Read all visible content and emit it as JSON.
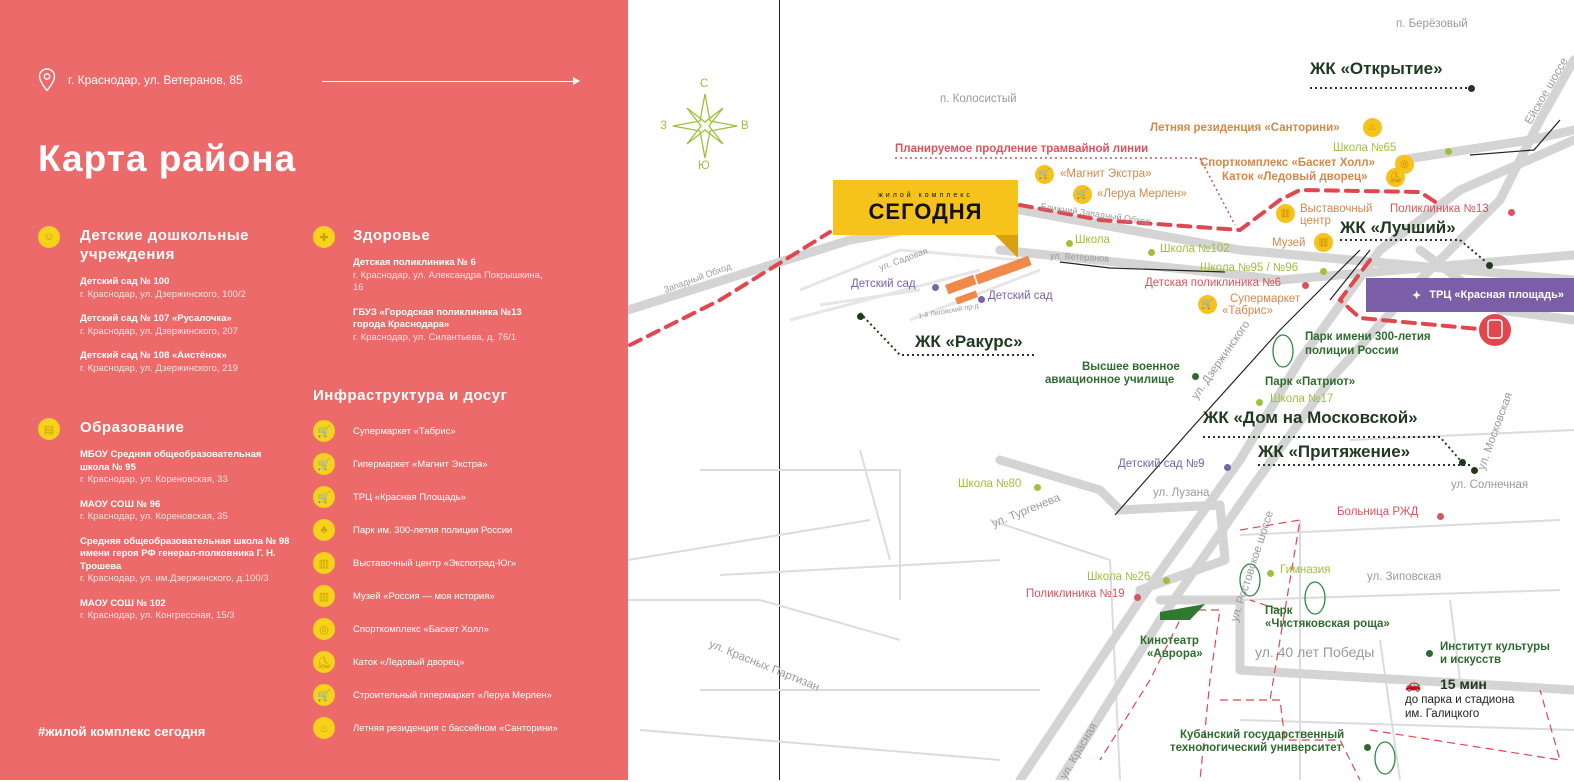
{
  "panel": {
    "address": "г. Краснодар, ул. Ветеранов, 85",
    "title": "Карта района",
    "kindergartens": {
      "title": "Детские дошкольные учреждения",
      "items": [
        {
          "name": "Детский сад № 100",
          "addr": "г. Краснодар, ул. Дзержинского, 100/2"
        },
        {
          "name": "Детский сад № 107 «Русалочка»",
          "addr": "г. Краснодар, ул. Дзержинского, 207"
        },
        {
          "name": "Детский сад № 108 «Аистёнок»",
          "addr": "г. Краснодар, ул. Дзержинского, 219"
        }
      ]
    },
    "education": {
      "title": "Образование",
      "items": [
        {
          "name": "МБОУ Средняя общеобразовательная школа № 95",
          "addr": "г. Краснодар, ул. Кореновская, 33"
        },
        {
          "name": "МАОУ СОШ № 96",
          "addr": "г. Краснодар, ул. Кореновская, 35"
        },
        {
          "name": "Средняя общеобразовательная школа № 98 имени героя РФ генерал-полковника Г. Н. Трошева",
          "addr": "г. Краснодар, ул. им.Дзержинского, д.100/3"
        },
        {
          "name": "МАОУ СОШ № 102",
          "addr": "г. Краснодар, ул. Конгрессная, 15/3"
        }
      ]
    },
    "health": {
      "title": "Здоровье",
      "items": [
        {
          "name": "Детская поликлиника № 6",
          "addr": "г. Краснодар, ул. Александра Покрышкина, 16"
        },
        {
          "name": "ГБУЗ «Городская поликлиника №13 города Краснодара»",
          "addr": "г. Краснодар, ул. Силантьева, д. 76/1"
        }
      ]
    },
    "infra": {
      "title": "Инфраструктура и досуг",
      "items": [
        "Супермаркет «Табрис»",
        "Гипермаркет «Магнит Экстра»",
        "ТРЦ «Красная Площадь»",
        "Парк им. 300-летия полиции России",
        "Выставочный центр «Экспоград-Юг»",
        "Музей «Россия — моя история»",
        "Спорткомплекс «Баскет Холл»",
        "Каток «Ледовый дворец»",
        "Строительный гипермаркет «Леруа Мерлен»",
        "Летняя резиденция с бассейном «Санторини»"
      ]
    },
    "footer": "#жилой комплекс сегодня"
  },
  "map": {
    "brand": {
      "small": "жилой комплекс",
      "name": "СЕГОДНЯ"
    },
    "trc": "ТРЦ «Красная площадь»",
    "compass": {
      "n": "С",
      "s": "Ю",
      "w": "З",
      "e": "В"
    },
    "labels": [
      "п. Берёзовый",
      "п. Колосистый",
      "ЖК «Открытие»",
      "Летняя резиденция «Санторини»",
      "Школа №65",
      "Спорткомплекс «Баскет Холл»",
      "Каток «Ледовый дворец»",
      "Поликлиника №13",
      "Выставочный",
      "центр",
      "ЖК «Лучший»",
      "Музей",
      "Планируемое продление трамвайной линии",
      "«Магнит Экстра»",
      "«Леруа Мерлен»",
      "Ближний Западный Обход",
      "Школа",
      "Школа №102",
      "ул. Ветеранов",
      "Школа №95 / №96",
      "Детская поликлиника №6",
      "Супермаркет",
      "«Табрис»",
      "Западный Обход",
      "ул. Садовая",
      "Детский сад",
      "Детский сад",
      "1-й Лиговский пр-д",
      "ЖК «Ракурс»",
      "Парк имени 300-летия",
      "полиции России",
      "Высшее военное",
      "авиационное училище",
      "Парк «Патриот»",
      "Школа №17",
      "ЖК «Дом на Московской»",
      "ЖК «Притяжение»",
      "ул. Дзержинского",
      "ул. Московская",
      "Детский сад №9",
      "Школа №80",
      "ул. Тургенева",
      "ул. Лузана",
      "ул. Солнечная",
      "Больница РЖД",
      "ул. Ростовское шоссе",
      "Гимназия",
      "ул. Зиповская",
      "Школа №26",
      "Поликлиника №19",
      "Парк",
      "«Чистяковская роща»",
      "Кинотеатр",
      "«Аврора»",
      "Институт культуры",
      "и искусств",
      "ул. 40 лет Победы",
      "ул. Красных Партизан",
      "15 мин",
      "до парка и стадиона",
      "им. Галицкого",
      "Кубанский государственный",
      "технологический университет",
      "ул. Красная",
      "Ейское шоссе"
    ]
  },
  "colors": {
    "panel": "#ec6a6a",
    "accent": "#f6c21c",
    "road": "#d6d6d6",
    "tram": "#e0474f",
    "trc": "#7b5ea8"
  }
}
